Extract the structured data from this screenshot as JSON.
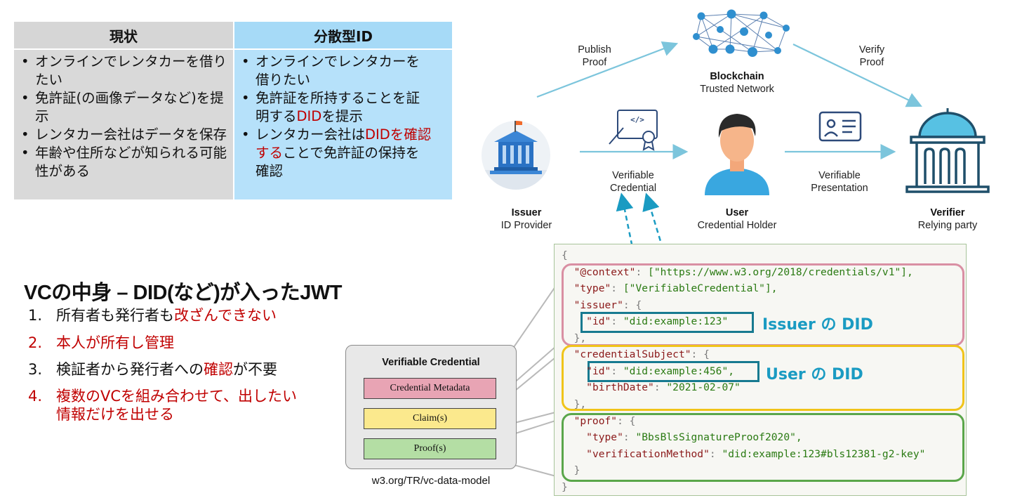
{
  "comparison": {
    "current": {
      "header": "現状",
      "items": [
        "オンラインでレンタカーを借りたい",
        "免許証(の画像データなど)を提示",
        "レンタカー会社はデータを保存",
        "年齢や住所などが知られる可能性がある"
      ]
    },
    "decentralized": {
      "header": "分散型ID",
      "item1_line1": "オンラインでレンタカーを",
      "item1_line2": "借りたい",
      "item2_line1": "免許証を所持することを証",
      "item2_pre": "明する",
      "item2_red": "DID",
      "item2_post": "を提示",
      "item3_pre": "レンタカー会社は",
      "item3_red1": "DIDを確認",
      "item3_red2": "する",
      "item3_post": "ことで免許証の保持を",
      "item3_line3": "確認"
    }
  },
  "diagram": {
    "publish": [
      "Publish",
      "Proof"
    ],
    "verify": [
      "Verify",
      "Proof"
    ],
    "blockchain": {
      "title": "Blockchain",
      "subtitle": "Trusted Network"
    },
    "issuer": {
      "title": "Issuer",
      "subtitle": "ID Provider"
    },
    "user": {
      "title": "User",
      "subtitle": "Credential Holder"
    },
    "verifier": {
      "title": "Verifier",
      "subtitle": "Relying party"
    },
    "vc_label": [
      "Verifiable",
      "Credential"
    ],
    "vp_label": [
      "Verifiable",
      "Presentation"
    ],
    "cert_icon_text": "</>"
  },
  "vc_section": {
    "title": "VCの中身 – DID(など)が入ったJWT",
    "items": [
      {
        "num": "1.",
        "pre": "所有者も発行者も",
        "red": "改ざんできない",
        "color": "black"
      },
      {
        "num": "2.",
        "text": "本人が所有し管理",
        "color": "red"
      },
      {
        "num": "3.",
        "pre": "検証者から発行者への",
        "red": "確認",
        "post": "が不要",
        "color": "black"
      },
      {
        "num": "4.",
        "line1": "複数のVCを組み合わせて、出したい",
        "line2": "情報だけを出せる",
        "color": "red"
      }
    ]
  },
  "vc_card": {
    "title": "Verifiable Credential",
    "metadata": "Credential Metadata",
    "claims": "Claim(s)",
    "proofs": "Proof(s)",
    "source": "w3.org/TR/vc-data-model"
  },
  "code": {
    "open": "{",
    "context_key": "\"@context\"",
    "context_val": "[\"https://www.w3.org/2018/credentials/v1\"],",
    "type_key": "\"type\"",
    "type_val": "[\"VerifiableCredential\"],",
    "issuer_key": "\"issuer\"",
    "issuer_open": ": {",
    "issuer_id_key": "\"id\"",
    "issuer_id_val": "\"did:example:123\"",
    "issuer_close": "},",
    "subject_key": "\"credentialSubject\"",
    "subject_open": ": {",
    "subject_id_key": "\"id\"",
    "subject_id_val": "\"did:example:456\",",
    "birth_key": "\"birthDate\"",
    "birth_val": "\"2021-02-07\"",
    "subject_close": "},",
    "proof_key": "\"proof\"",
    "proof_open": ": {",
    "ptype_key": "\"type\"",
    "ptype_val": "\"BbsBlsSignatureProof2020\",",
    "vm_key": "\"verificationMethod\"",
    "vm_val": "\"did:example:123#bls12381-g2-key\"",
    "proof_close": "}",
    "close": "}",
    "issuer_did_label": "Issuer の DID",
    "user_did_label": "User の DID"
  },
  "colors": {
    "current_header_bg": "#d6d6d6",
    "current_body_bg": "#d9d9d9",
    "decentral_header_bg": "#a6daf7",
    "decentral_body_bg": "#b6e1fa",
    "accent_red": "#c00000",
    "metadata_pink": "#e8a4b4",
    "claims_yellow": "#fbe98d",
    "proofs_green": "#b4dea4",
    "issuer_box": "#d98fa3",
    "subject_box": "#f0c419",
    "proof_box": "#5aa64a",
    "did_blue": "#1a9bc2"
  },
  "icons": [
    "blockchain-network-icon",
    "issuer-building-icon",
    "certificate-icon",
    "user-avatar-icon",
    "id-card-icon",
    "verifier-building-icon"
  ]
}
